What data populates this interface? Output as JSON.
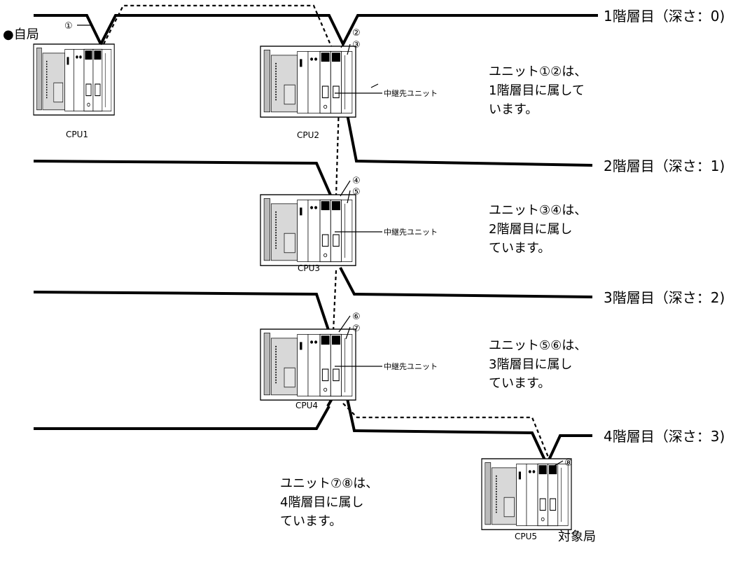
{
  "layers": [
    {
      "label": "1階層目（深さ：0)"
    },
    {
      "label": "2階層目（深さ：1)"
    },
    {
      "label": "3階層目（深さ：2)"
    },
    {
      "label": "4階層目（深さ：3)"
    }
  ],
  "self_station": "●自局",
  "target_station": "対象局",
  "cpus": [
    "CPU1",
    "CPU2",
    "CPU3",
    "CPU4",
    "CPU5"
  ],
  "relay_label": "中継先ユニット",
  "unit_numbers": [
    "①",
    "②",
    "③",
    "④",
    "⑤",
    "⑥",
    "⑦",
    "⑧"
  ],
  "descriptions": [
    [
      "ユニット①②は、",
      "1階層目に属して",
      "います。"
    ],
    [
      "ユニット③④は、",
      "2階層目に属し",
      "ています。"
    ],
    [
      "ユニット⑤⑥は、",
      "3階層目に属し",
      "ています。"
    ],
    [
      "ユニット⑦⑧は、",
      "4階層目に属し",
      "ています。"
    ]
  ]
}
